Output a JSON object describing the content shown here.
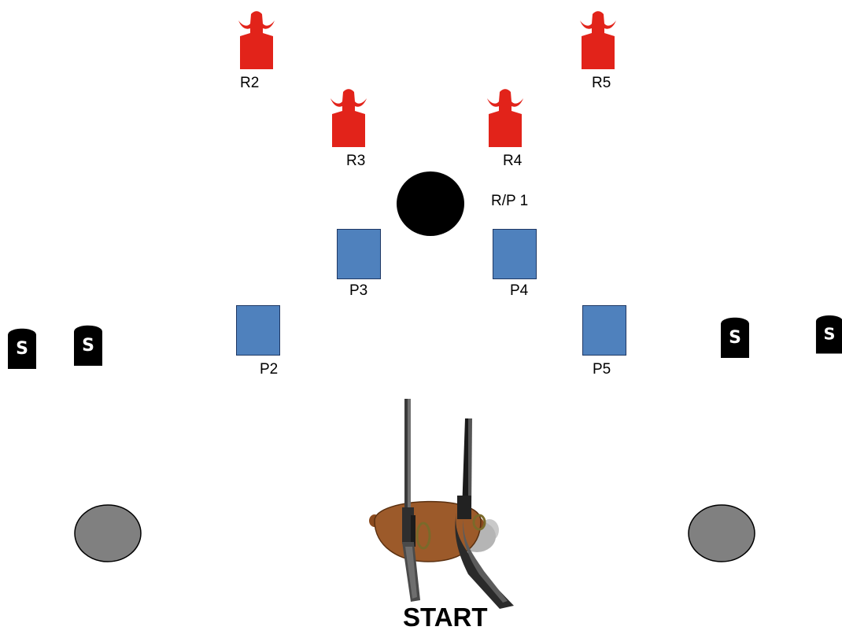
{
  "rifle_targets": [
    {
      "label": "R2",
      "color": "#e2231a"
    },
    {
      "label": "R3",
      "color": "#e2231a"
    },
    {
      "label": "R4",
      "color": "#e2231a"
    },
    {
      "label": "R5",
      "color": "#e2231a"
    }
  ],
  "pistol_targets": [
    {
      "label": "P2",
      "color": "#4f81bd"
    },
    {
      "label": "P3",
      "color": "#4f81bd"
    },
    {
      "label": "P4",
      "color": "#4f81bd"
    },
    {
      "label": "P5",
      "color": "#4f81bd"
    }
  ],
  "center_target": {
    "label": "R/P 1",
    "color": "#000000"
  },
  "shotgun_targets": [
    {
      "glyph": "S"
    },
    {
      "glyph": "S"
    },
    {
      "glyph": "S"
    },
    {
      "glyph": "S"
    }
  ],
  "barrels": [
    {
      "color": "#808080"
    },
    {
      "color": "#808080"
    }
  ],
  "start_table": {
    "color": "#9c5a2a"
  },
  "start_label": "START",
  "icons": {
    "rifle": "lever-action-rifle-icon",
    "shotgun": "double-barrel-shotgun-icon"
  }
}
